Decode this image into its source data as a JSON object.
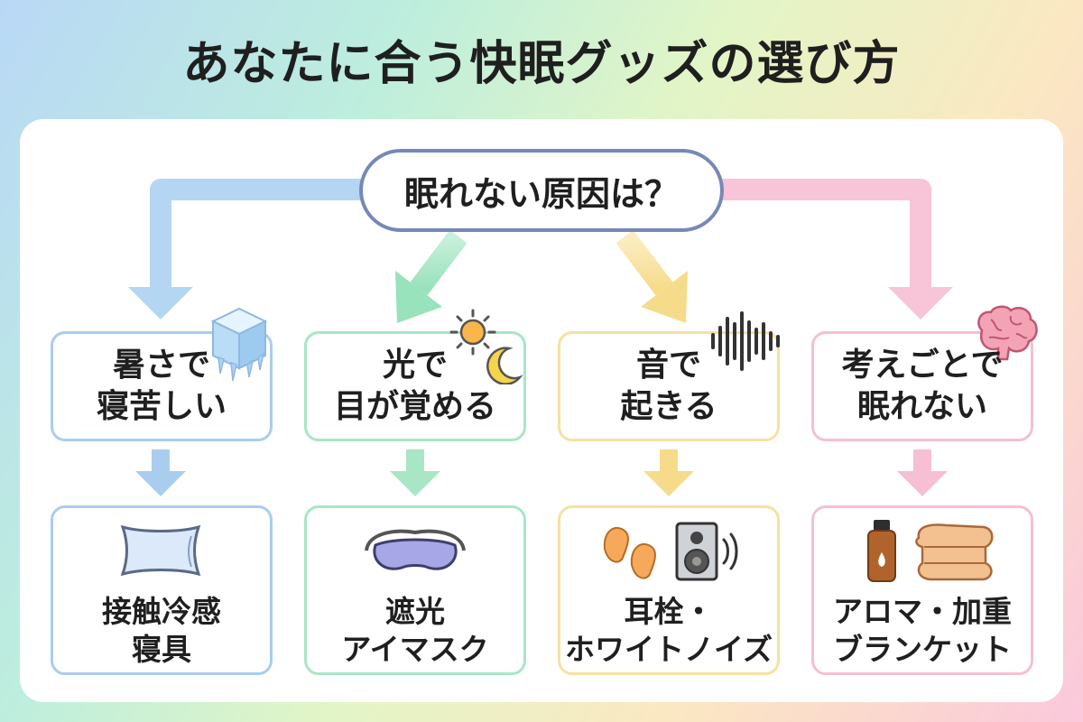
{
  "title": "あなたに合う快眠グッズの選び方",
  "question": "眠れない原因は？",
  "branches": [
    {
      "cause": [
        "暑さで",
        "寝苦しい"
      ],
      "cause_icon": "ice-cube-icon",
      "solution": [
        "接触冷感",
        "寝具"
      ],
      "solution_icon": "pillow-icon",
      "color": "#a9cdef"
    },
    {
      "cause": [
        "光で",
        "目が覚める"
      ],
      "cause_icon": "sun-moon-icon",
      "solution": [
        "遮光",
        "アイマスク"
      ],
      "solution_icon": "eye-mask-icon",
      "color": "#a8e6c6"
    },
    {
      "cause": [
        "音で",
        "起きる"
      ],
      "cause_icon": "sound-wave-icon",
      "solution": [
        "耳栓・",
        "ホワイトノイズ"
      ],
      "solution_icon": "earplug-speaker-icon",
      "color": "#f6e1a0"
    },
    {
      "cause": [
        "考えごとで",
        "眠れない"
      ],
      "cause_icon": "brain-icon",
      "solution": [
        "アロマ・加重",
        "ブランケット"
      ],
      "solution_icon": "aroma-blanket-icon",
      "color": "#f6bfd3"
    }
  ]
}
